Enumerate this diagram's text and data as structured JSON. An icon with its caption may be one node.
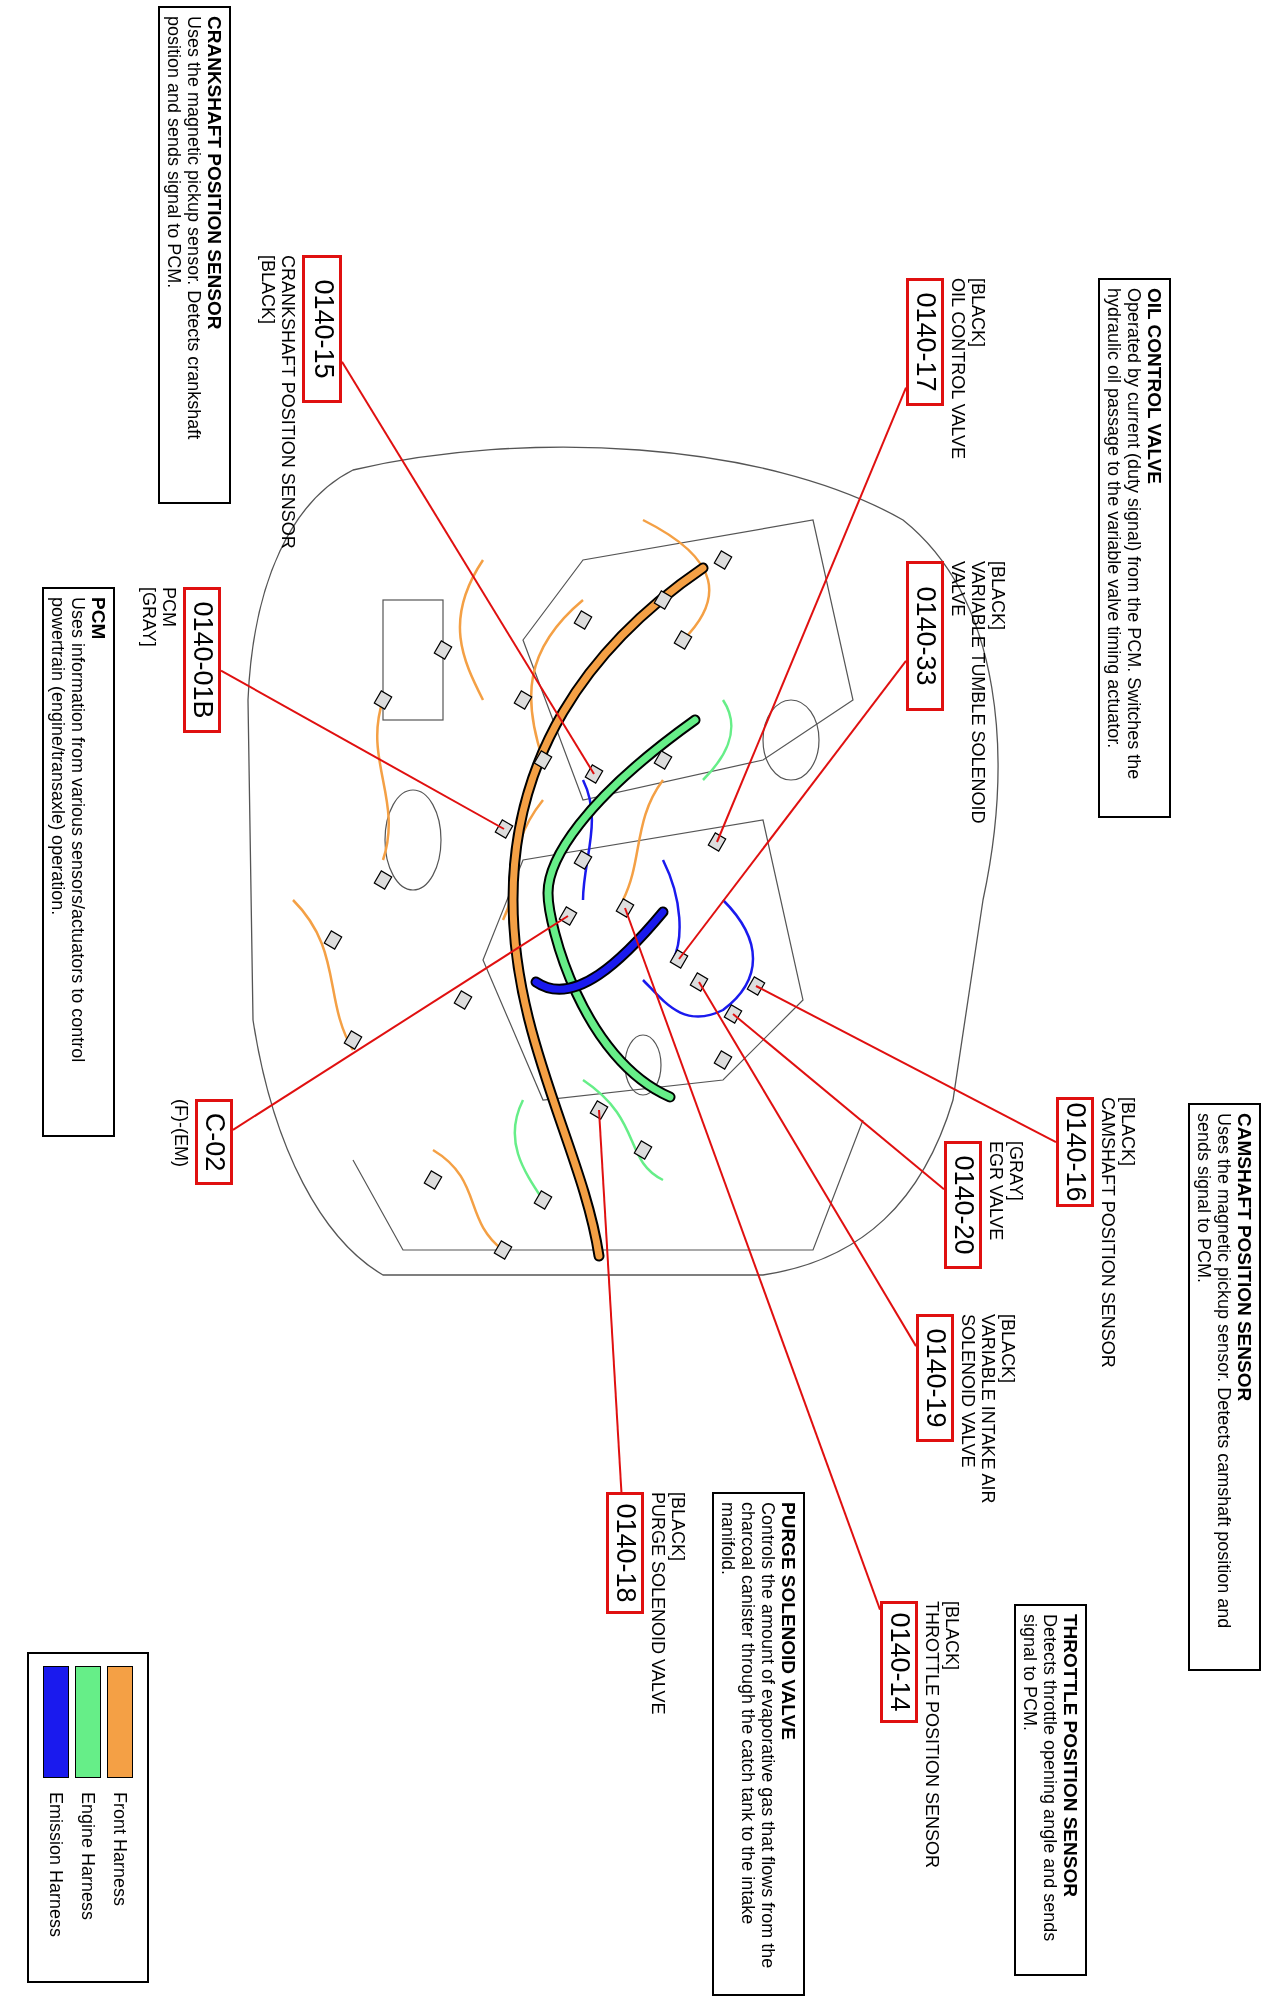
{
  "diagram": {
    "nodes": [
      {
        "text": [
          "OIL CONTROL VALVE",
          "Operated by current (duty signal) from the PCM. Switches the hydraulic oil passage to the variable valve timing actuator."
        ]
      },
      {
        "text": [
          "0140-17"
        ],
        "beside": [
          "[BLACK]",
          "OIL CONTROL VALVE"
        ]
      },
      {
        "text": [
          "0140-33"
        ],
        "beside": [
          "[BLACK]",
          "VARIABLE TUMBLE SOLENOID VALVE"
        ]
      },
      {
        "text": [
          "CAMSHAFT POSITION SENSOR",
          "Uses the magnetic pickup sensor. Detects camshaft position and sends signal to PCM."
        ]
      },
      {
        "text": [
          "0140-16"
        ],
        "beside": [
          "[BLACK]",
          "CAMSHAFT POSITION SENSOR"
        ]
      },
      {
        "text": [
          "0140-20"
        ],
        "beside": [
          "[GRAY]",
          "EGR VALVE"
        ]
      },
      {
        "text": [
          "0140-19"
        ],
        "beside": [
          "[BLACK]",
          "VARIABLE INTAKE AIR SOLENOID VALVE"
        ]
      },
      {
        "text": [
          "THROTTLE POSITION SENSOR",
          "Detects throttle opening angle and sends signal to PCM."
        ]
      },
      {
        "text": [
          "0140-14"
        ],
        "beside": [
          "[BLACK]",
          "THROTTLE POSITION SENSOR"
        ]
      },
      {
        "text": [
          "PURGE SOLENOID VALVE",
          "Controls the amount of evaporative gas that flows from the charcoal canister through the catch tank to the intake manifold."
        ]
      },
      {
        "text": [
          "0140-18"
        ],
        "beside": [
          "[BLACK]",
          "PURGE SOLENOID VALVE"
        ]
      },
      {
        "text": [
          "0140-15"
        ],
        "beside": [
          "CRANKSHAFT POSITION SENSOR",
          "[BLACK]"
        ]
      },
      {
        "text": [
          "0140-01B"
        ],
        "beside": [
          "PCM",
          "[GRAY]"
        ]
      },
      {
        "text": [
          "C-02"
        ],
        "beside": [
          "(F)-(EM)"
        ]
      },
      {
        "text": [
          "CRANKSHAFT POSITION SENSOR",
          "Uses the magnetic pickup sensor. Detects crankshaft position and sends signal to PCM."
        ]
      },
      {
        "text": [
          "PCM",
          "Uses information from various sensors/actuators to control powertrain (engine/transaxle) operation."
        ]
      }
    ],
    "edges": [
      {
        "from": 1,
        "to": null,
        "arrow": "none"
      },
      {
        "from": 2,
        "to": null,
        "arrow": "none"
      },
      {
        "from": 4,
        "to": null,
        "arrow": "none"
      },
      {
        "from": 5,
        "to": null,
        "arrow": "none"
      },
      {
        "from": 6,
        "to": null,
        "arrow": "none"
      },
      {
        "from": 8,
        "to": null,
        "arrow": "none"
      },
      {
        "from": 10,
        "to": null,
        "arrow": "none"
      },
      {
        "from": 11,
        "to": null,
        "arrow": "none"
      },
      {
        "from": 12,
        "to": null,
        "arrow": "none"
      },
      {
        "from": 13,
        "to": null,
        "arrow": "none"
      }
    ],
    "legend": [
      {
        "text": "Front Harness",
        "color": "#f4a045"
      },
      {
        "text": "Engine Harness",
        "color": "#66ee88"
      },
      {
        "text": "Emission Harness",
        "color": "#1a1aee"
      }
    ]
  }
}
